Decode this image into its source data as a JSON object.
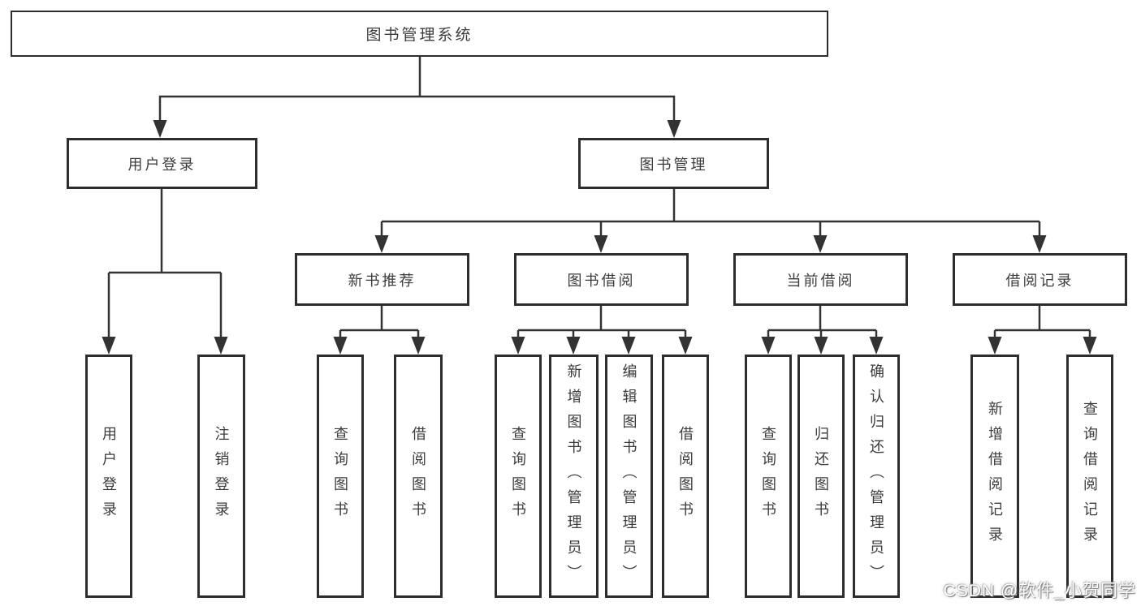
{
  "diagram": {
    "root": {
      "label": "图书管理系统"
    },
    "branches": [
      {
        "label": "用户登录",
        "children": [
          {
            "label": "用户登录"
          },
          {
            "label": "注销登录"
          }
        ]
      },
      {
        "label": "图书管理",
        "children": [
          {
            "label": "新书推荐",
            "children": [
              {
                "label": "查询图书"
              },
              {
                "label": "借阅图书"
              }
            ]
          },
          {
            "label": "图书借阅",
            "children": [
              {
                "label": "查询图书"
              },
              {
                "label": "新增图书（管理员）"
              },
              {
                "label": "编辑图书（管理员）"
              },
              {
                "label": "借阅图书"
              }
            ]
          },
          {
            "label": "当前借阅",
            "children": [
              {
                "label": "查询图书"
              },
              {
                "label": "归还图书"
              },
              {
                "label": "确认归还（管理员）"
              }
            ]
          },
          {
            "label": "借阅记录",
            "children": [
              {
                "label": "新增借阅记录"
              },
              {
                "label": "查询借阅记录"
              }
            ]
          }
        ]
      }
    ],
    "line_color": "#333333",
    "border_color": "#2d2d2d",
    "text_color": "#3c3c3c"
  },
  "watermark": {
    "text": "CSDN @软件_小贺同学"
  }
}
